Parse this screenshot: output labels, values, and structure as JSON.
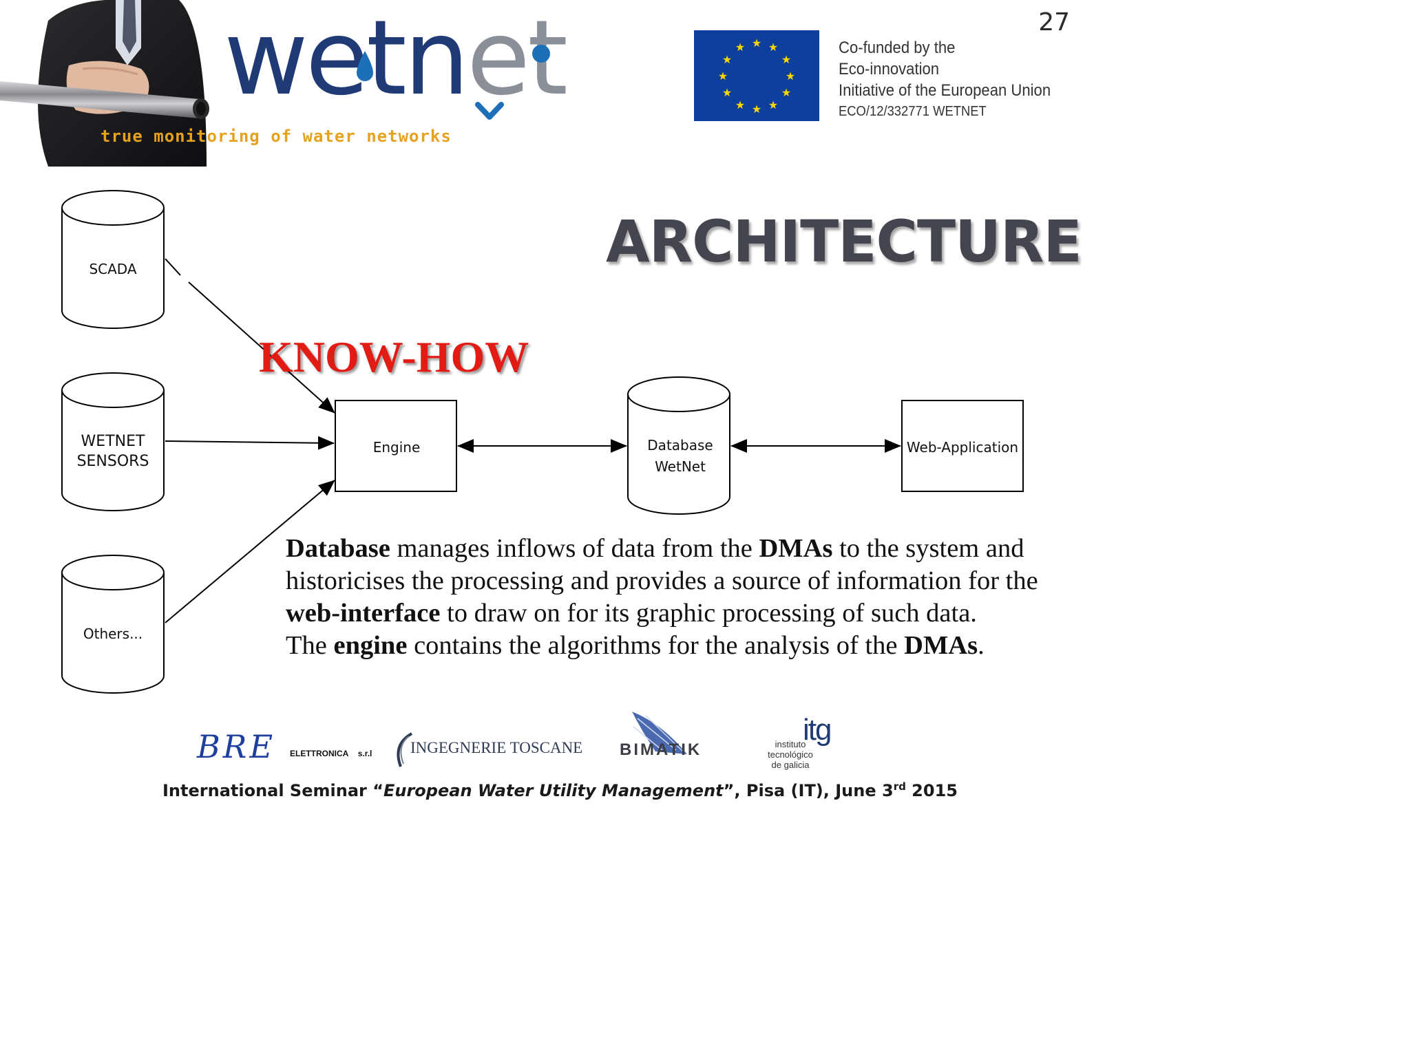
{
  "page_number": "27",
  "logo": {
    "w1": "we",
    "t": "t",
    "n": "n",
    "e": "e",
    "t2": "t",
    "tagline": "true monitoring of water networks"
  },
  "funding": {
    "line1": "Co-funded by the",
    "line2": "Eco-innovation",
    "line3": "Initiative of the European Union",
    "line4": "ECO/12/332771 WETNET"
  },
  "title": "ARCHITECTURE",
  "know_how": "KNOW-HOW",
  "diagram": {
    "sources": [
      "SCADA",
      "WETNET",
      "SENSORS",
      "Others..."
    ],
    "engine": "Engine",
    "database_line1": "Database",
    "database_line2": "WetNet",
    "web_app": "Web-Application"
  },
  "description": {
    "p1_b1": "Database",
    "p1_t1": " manages inflows of data from the ",
    "p1_b2": "DMAs",
    "p1_t2": " to the system and historicises the processing and provides a source of information for the ",
    "p1_b3": "web-interface",
    "p1_t3": " to draw on for its graphic processing of such data.",
    "p2_t1": "The ",
    "p2_b1": "engine",
    "p2_t2": " contains the algorithms for the analysis of the ",
    "p2_b2": "DMAs",
    "p2_t3": "."
  },
  "partners": {
    "bre": "BRE",
    "bre_sub1": "ELETTRONICA",
    "bre_sub2": "s.r.l",
    "ingegnerie": "INGEGNERIE TOSCANE",
    "bimatik": "BIMATIK",
    "itg_mark": "itg",
    "itg_line1": "instituto",
    "itg_line2": "tecnológico",
    "itg_line3": "de galicia"
  },
  "footer": {
    "prefix": "International Seminar “",
    "event": "European Water Utility Management",
    "suffix": "”, Pisa (IT), June 3",
    "sup": "rd",
    "year": " 2015"
  },
  "colors": {
    "logo_navy": "#1f3a74",
    "logo_grey": "#8a8f98",
    "logo_blue": "#1d6fb8",
    "tagline_orange": "#e6a21e",
    "eu_blue": "#0e3f9c",
    "eu_star": "#ffd700",
    "know_how_red": "#e21b14",
    "title_grey": "#45454f"
  }
}
